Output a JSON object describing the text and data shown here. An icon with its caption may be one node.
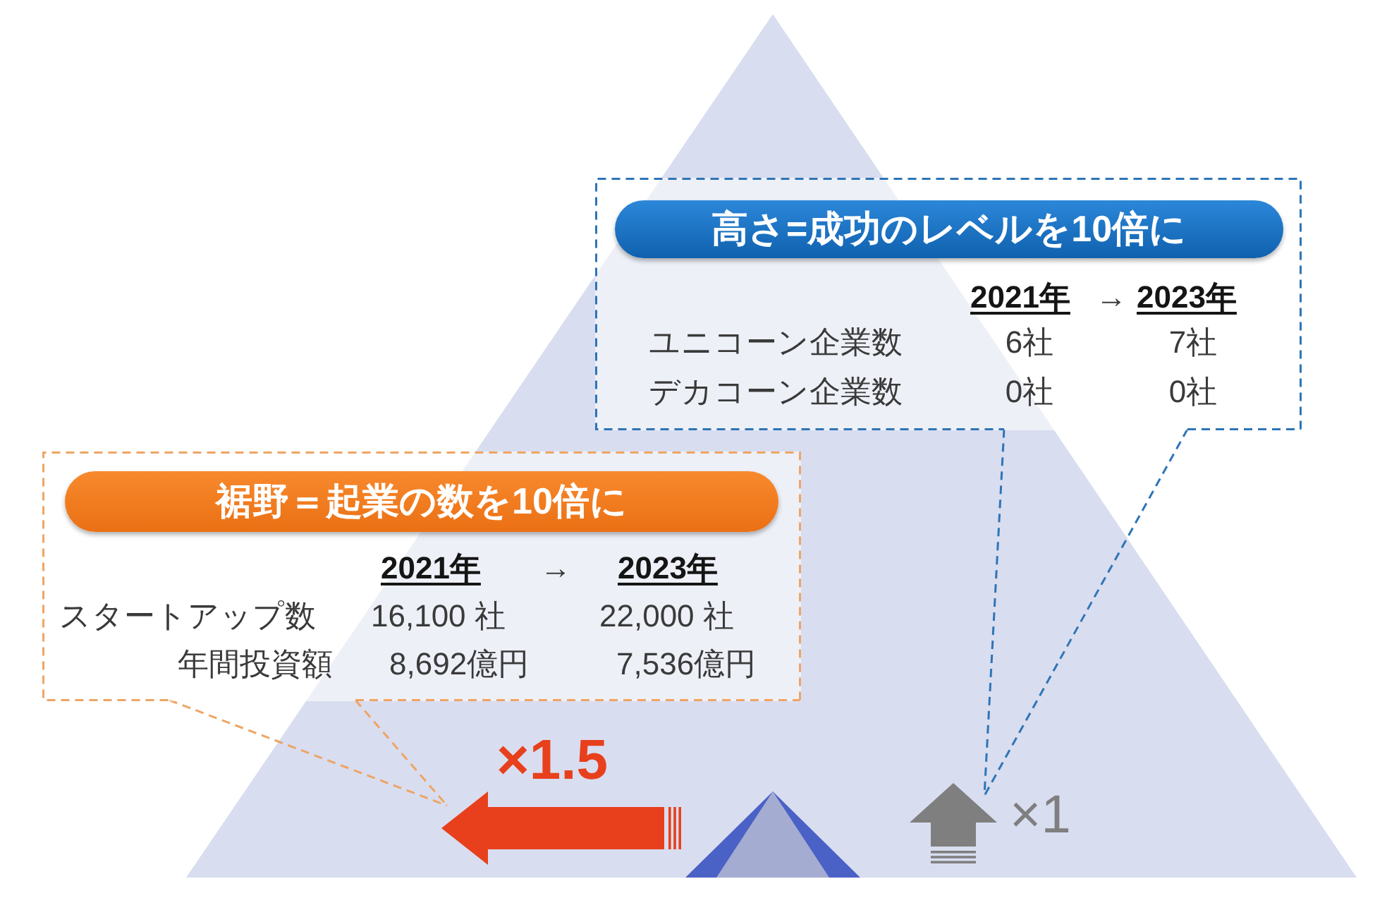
{
  "diagram": {
    "nodes": [
      {
        "text": [
          "2021年",
          "→",
          "2023年",
          "ユニコーン企業数",
          "6社",
          "7社",
          "デカコーン企業数",
          "0社",
          "0社"
        ]
      },
      {
        "text": [
          "高さ=成功のレベルを10倍に"
        ],
        "in": 0
      },
      {
        "text": [
          "2021年",
          "→",
          "2023年",
          "スタートアップ数",
          "16,100 社",
          "22,000 社",
          "年間投資額",
          "8,692億円",
          "7,536億円"
        ]
      },
      {
        "text": [
          "裾野＝起業の数を10倍に"
        ],
        "in": 2
      },
      {
        "text": [],
        "shape": "arrow",
        "beside": [
          "×1.5"
        ]
      },
      {
        "text": [],
        "shape": "arrow",
        "beside": [
          "×1"
        ]
      }
    ],
    "edges": [
      {
        "from": 0,
        "to": 5,
        "arrow": "none",
        "style": "dashed",
        "color": "#2e75b6"
      },
      {
        "from": 2,
        "to": 4,
        "arrow": "none",
        "style": "dashed",
        "color": "#eea564"
      }
    ]
  }
}
